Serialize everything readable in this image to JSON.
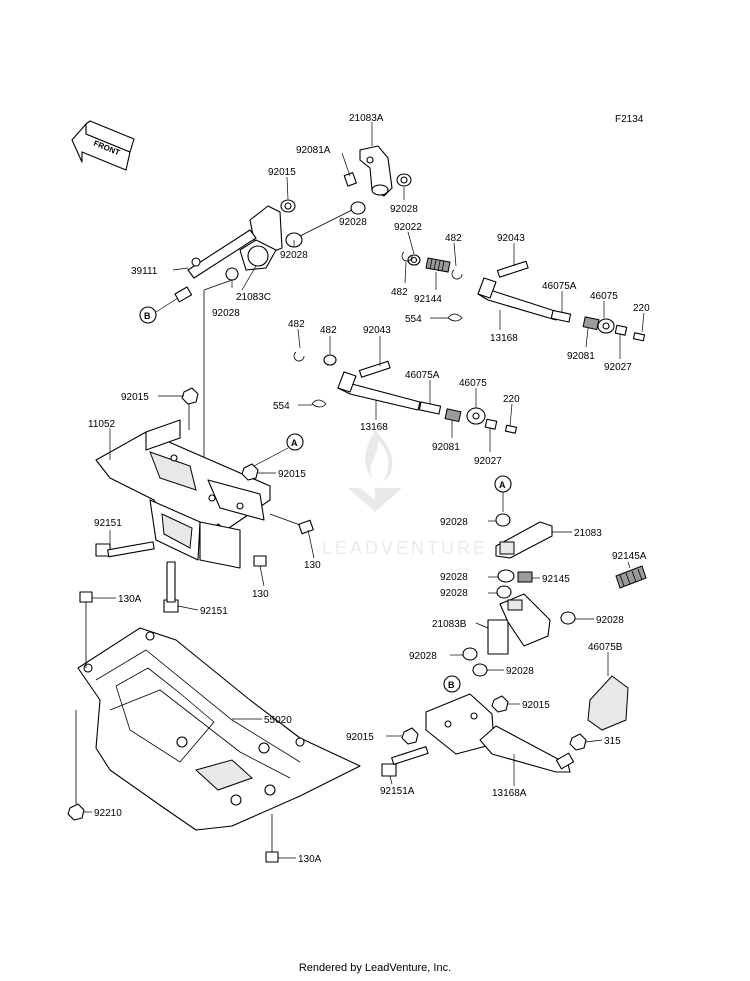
{
  "figure_code": "F2134",
  "front_label": "FRONT",
  "watermark_text": "LEADVENTURE",
  "footer": "Rendered by LeadVenture, Inc.",
  "callouts": {
    "a": "A",
    "b": "B"
  },
  "part_labels": {
    "p21083A": "21083A",
    "p92081A": "92081A",
    "p92015_a": "92015",
    "p92028_a": "92028",
    "p92028_b": "92028",
    "p92028_c": "92028",
    "p92028_d": "92028",
    "p21083C": "21083C",
    "p39111": "39111",
    "p92022": "92022",
    "p482_a": "482",
    "p482_b": "482",
    "p92144": "92144",
    "p92043_a": "92043",
    "p46075A_a": "46075A",
    "p46075_a": "46075",
    "p220_a": "220",
    "p554_a": "554",
    "p13168_a": "13168",
    "p92081_a": "92081",
    "p92027_a": "92027",
    "p482_c": "482",
    "p482_d": "482",
    "p92043_b": "92043",
    "p92015_b": "92015",
    "p554_b": "554",
    "p46075A_b": "46075A",
    "p46075_b": "46075",
    "p220_b": "220",
    "p11052": "11052",
    "p13168_b": "13168",
    "p92081_b": "92081",
    "p92027_b": "92027",
    "p92015_c": "92015",
    "p92151_a": "92151",
    "p130_a": "130",
    "p130_b": "130",
    "p92028_e": "92028",
    "p21083": "21083",
    "p92145A": "92145A",
    "p92028_f": "92028",
    "p92145": "92145",
    "p92028_g": "92028",
    "p130A_a": "130A",
    "p92151_b": "92151",
    "p92028_h": "92028",
    "p21083B": "21083B",
    "p92028_i": "92028",
    "p92028_j": "92028",
    "p46075B": "46075B",
    "p55020": "55020",
    "p92015_d": "92015",
    "p92015_e": "92015",
    "p315": "315",
    "p92151A": "92151A",
    "p13168A": "13168A",
    "p92210": "92210",
    "p130A_b": "130A"
  }
}
